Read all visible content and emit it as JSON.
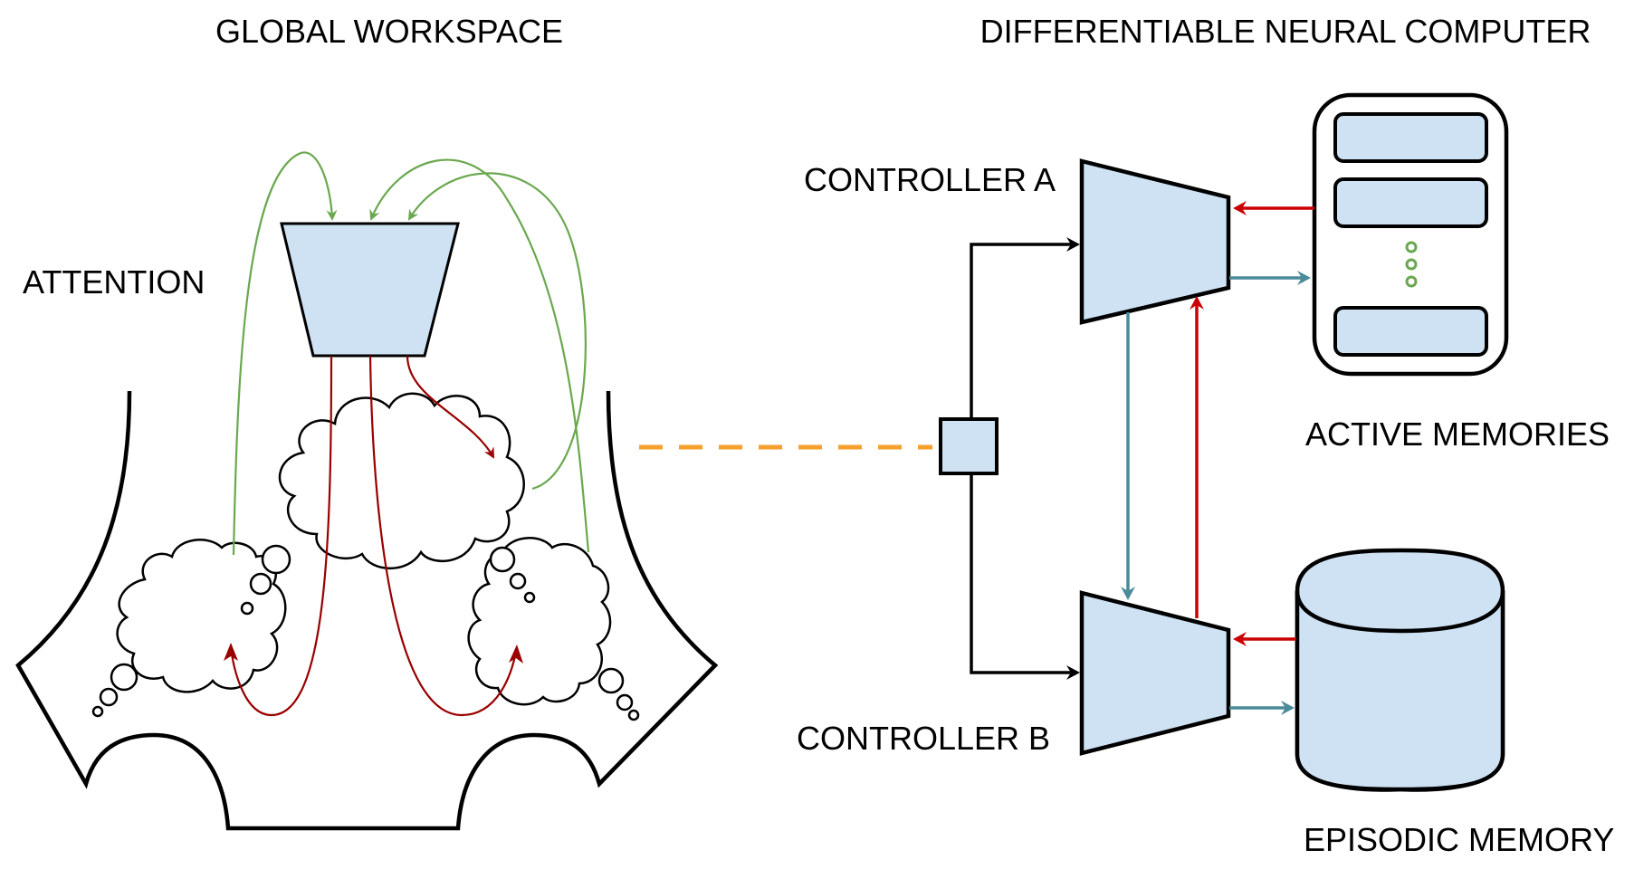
{
  "labels": {
    "global_workspace": "GLOBAL WORKSPACE",
    "dnc": "DIFFERENTIABLE NEURAL COMPUTER",
    "attention": "ATTENTION",
    "controller_a": "CONTROLLER A",
    "controller_b": "CONTROLLER B",
    "active_memories": "ACTIVE MEMORIES",
    "episodic_memory": "EPISODIC MEMORY"
  },
  "colors": {
    "fill": "#cfe2f3",
    "green_arrows": "#6aa84f",
    "dark_red_arrows": "#990000",
    "red_arrows": "#cc0000",
    "teal_arrows": "#4a8a99",
    "dashed_link": "#f6a02e",
    "memory_dots": "#6aa84f"
  },
  "active_memories": {
    "slots_shown": 3,
    "ellipsis": "vertical dots"
  }
}
